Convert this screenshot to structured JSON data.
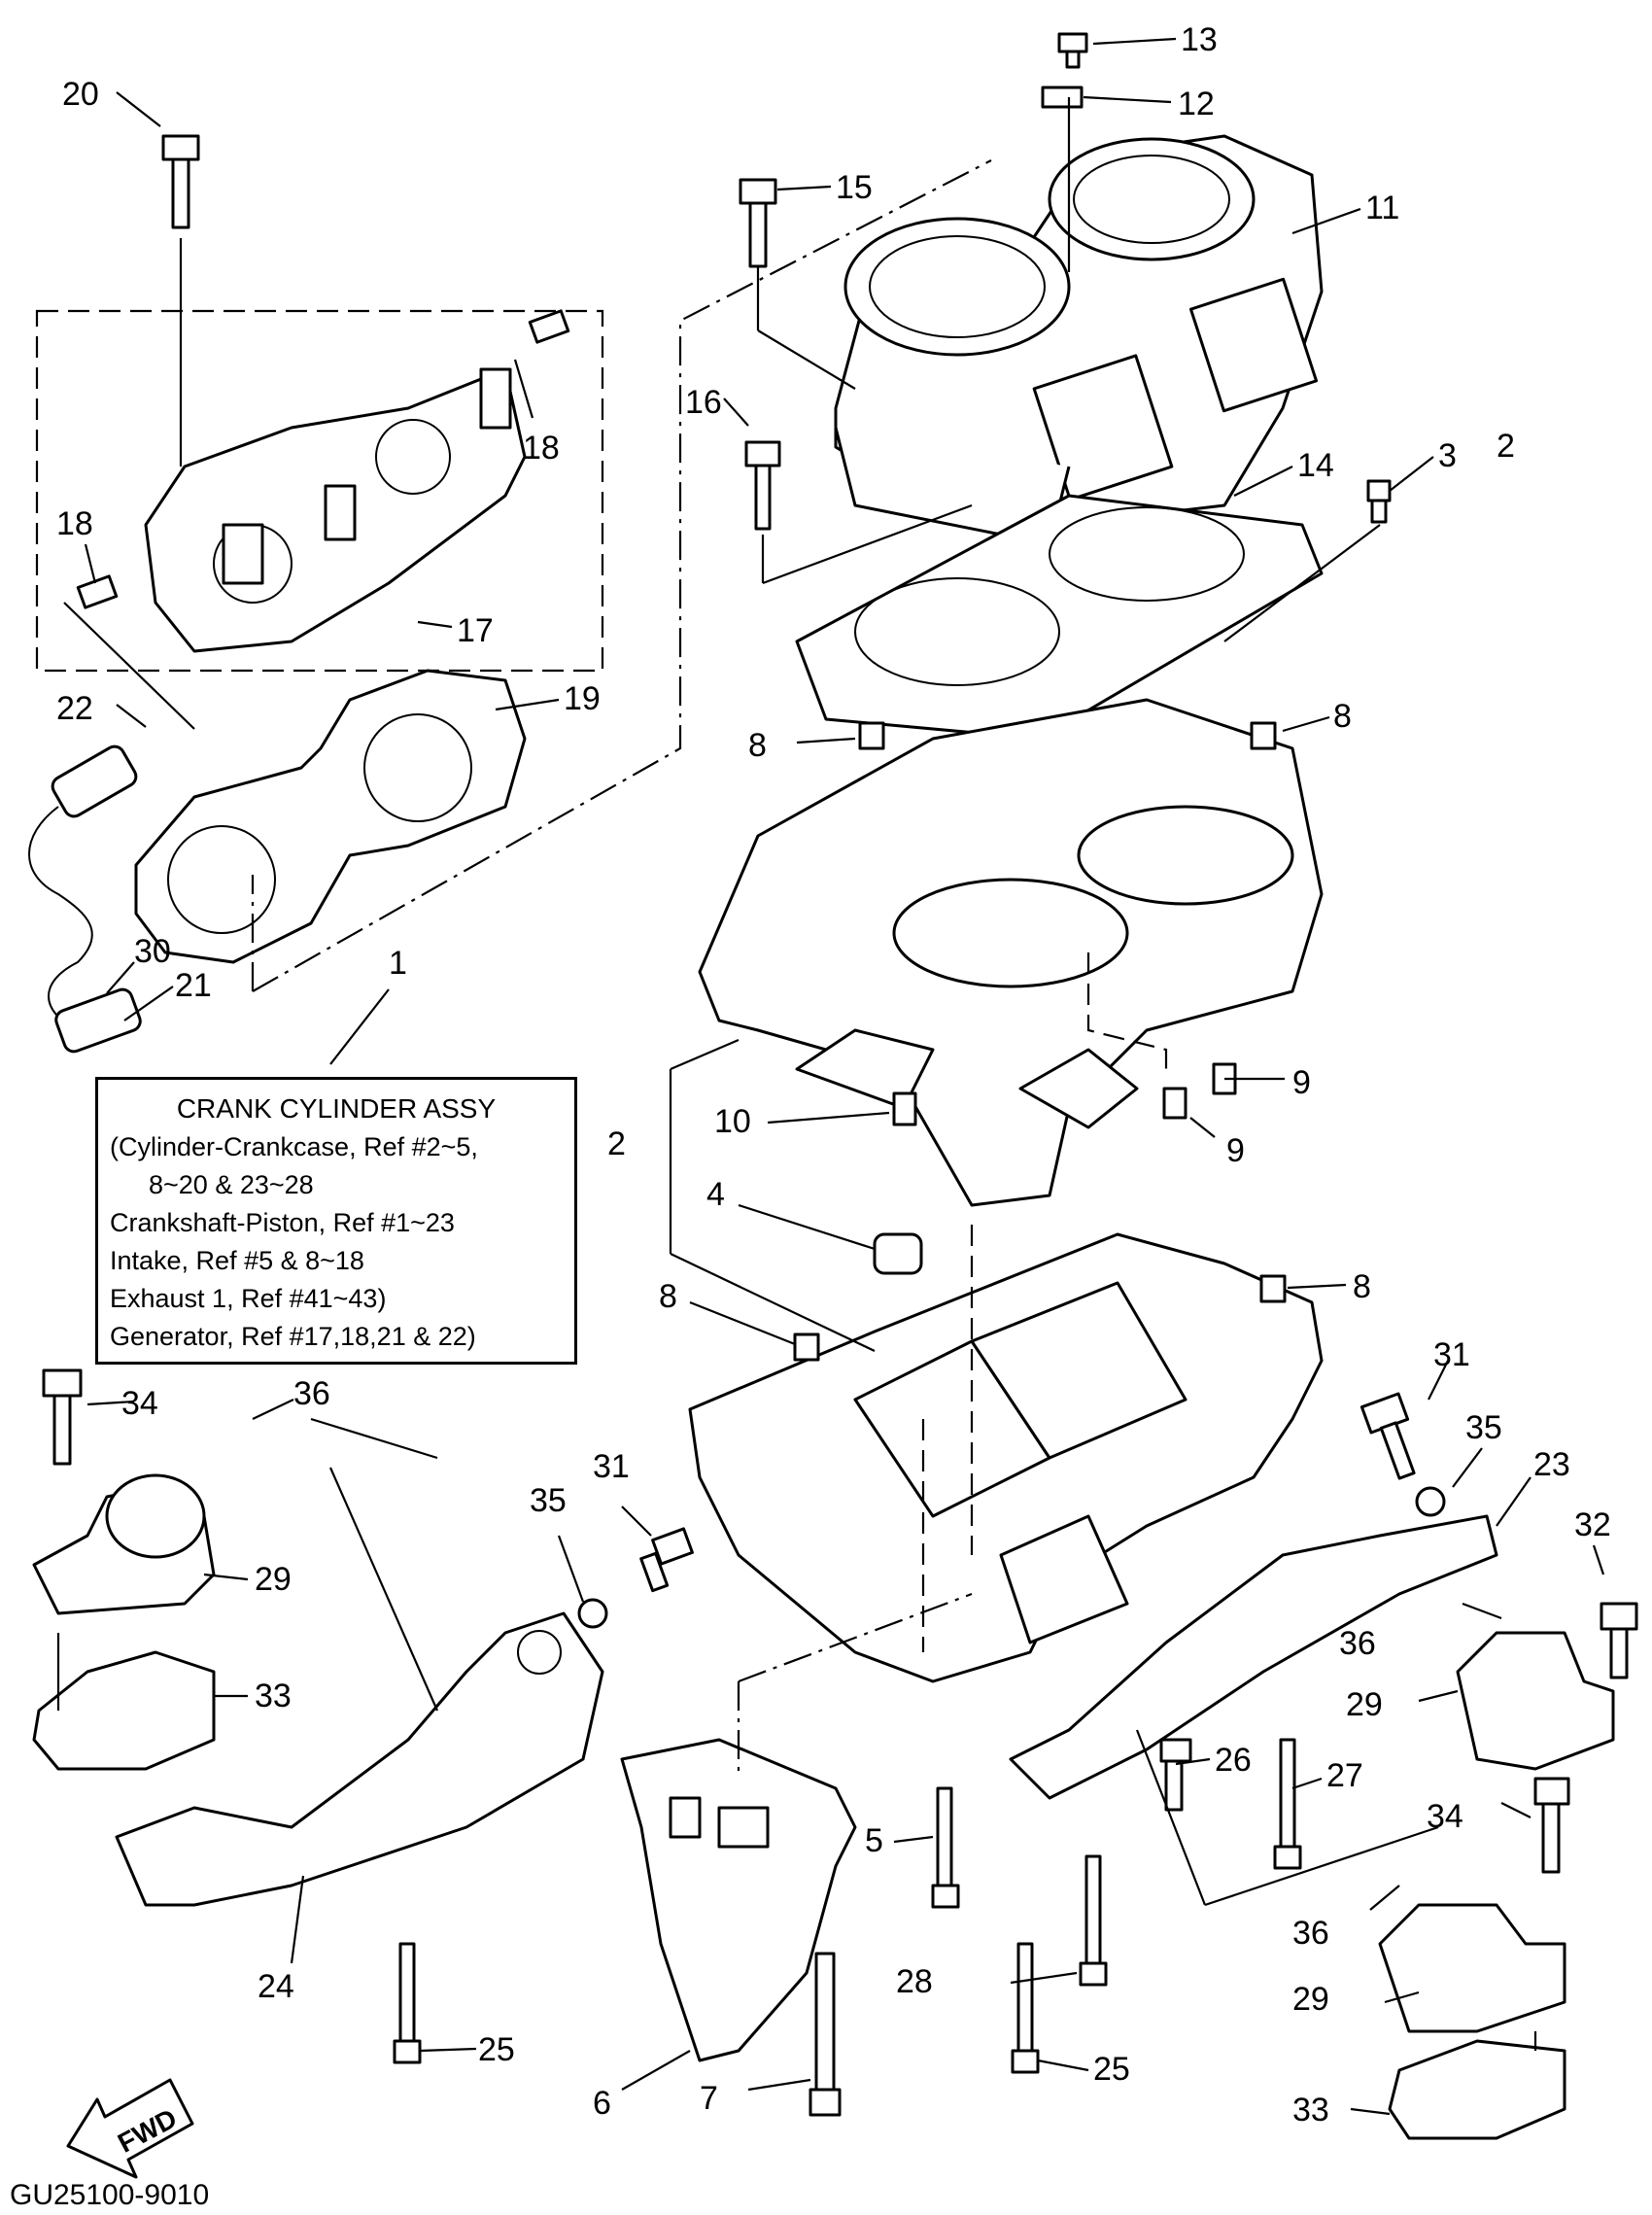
{
  "assembly_box": {
    "title": "CRANK CYLINDER ASSY",
    "lines": [
      "(Cylinder-Crankcase, Ref #2~5,",
      "8~20 & 23~28",
      "Crankshaft-Piston, Ref #1~23",
      "Intake, Ref #5 & 8~18",
      "Exhaust 1, Ref #41~43)",
      "Generator, Ref #17,18,21 & 22)"
    ]
  },
  "fwd_label": "FWD",
  "diagram_code": "GU25100-9010",
  "callouts": [
    {
      "id": "c13",
      "text": "13"
    },
    {
      "id": "c12",
      "text": "12"
    },
    {
      "id": "c20",
      "text": "20"
    },
    {
      "id": "c15",
      "text": "15"
    },
    {
      "id": "c11",
      "text": "11"
    },
    {
      "id": "c18a",
      "text": "18"
    },
    {
      "id": "c16",
      "text": "16"
    },
    {
      "id": "c3",
      "text": "3"
    },
    {
      "id": "c2a",
      "text": "2"
    },
    {
      "id": "c14",
      "text": "14"
    },
    {
      "id": "c18b",
      "text": "18"
    },
    {
      "id": "c17",
      "text": "17"
    },
    {
      "id": "c22",
      "text": "22"
    },
    {
      "id": "c19",
      "text": "19"
    },
    {
      "id": "c8a",
      "text": "8"
    },
    {
      "id": "c8b",
      "text": "8"
    },
    {
      "id": "c30",
      "text": "30"
    },
    {
      "id": "c21",
      "text": "21"
    },
    {
      "id": "c1",
      "text": "1"
    },
    {
      "id": "c9a",
      "text": "9"
    },
    {
      "id": "c10",
      "text": "10"
    },
    {
      "id": "c2b",
      "text": "2"
    },
    {
      "id": "c9b",
      "text": "9"
    },
    {
      "id": "c4",
      "text": "4"
    },
    {
      "id": "c8c",
      "text": "8"
    },
    {
      "id": "c8d",
      "text": "8"
    },
    {
      "id": "c34a",
      "text": "34"
    },
    {
      "id": "c36a",
      "text": "36"
    },
    {
      "id": "c31a",
      "text": "31"
    },
    {
      "id": "c35a",
      "text": "35"
    },
    {
      "id": "c31b",
      "text": "31"
    },
    {
      "id": "c35b",
      "text": "35"
    },
    {
      "id": "c23",
      "text": "23"
    },
    {
      "id": "c29a",
      "text": "29"
    },
    {
      "id": "c32",
      "text": "32"
    },
    {
      "id": "c33a",
      "text": "33"
    },
    {
      "id": "c36b",
      "text": "36"
    },
    {
      "id": "c29b",
      "text": "29"
    },
    {
      "id": "c26",
      "text": "26"
    },
    {
      "id": "c27",
      "text": "27"
    },
    {
      "id": "c5",
      "text": "5"
    },
    {
      "id": "c34b",
      "text": "34"
    },
    {
      "id": "c24",
      "text": "24"
    },
    {
      "id": "c25a",
      "text": "25"
    },
    {
      "id": "c36c",
      "text": "36"
    },
    {
      "id": "c28",
      "text": "28"
    },
    {
      "id": "c25b",
      "text": "25"
    },
    {
      "id": "c29c",
      "text": "29"
    },
    {
      "id": "c6",
      "text": "6"
    },
    {
      "id": "c7",
      "text": "7"
    },
    {
      "id": "c33b",
      "text": "33"
    }
  ]
}
